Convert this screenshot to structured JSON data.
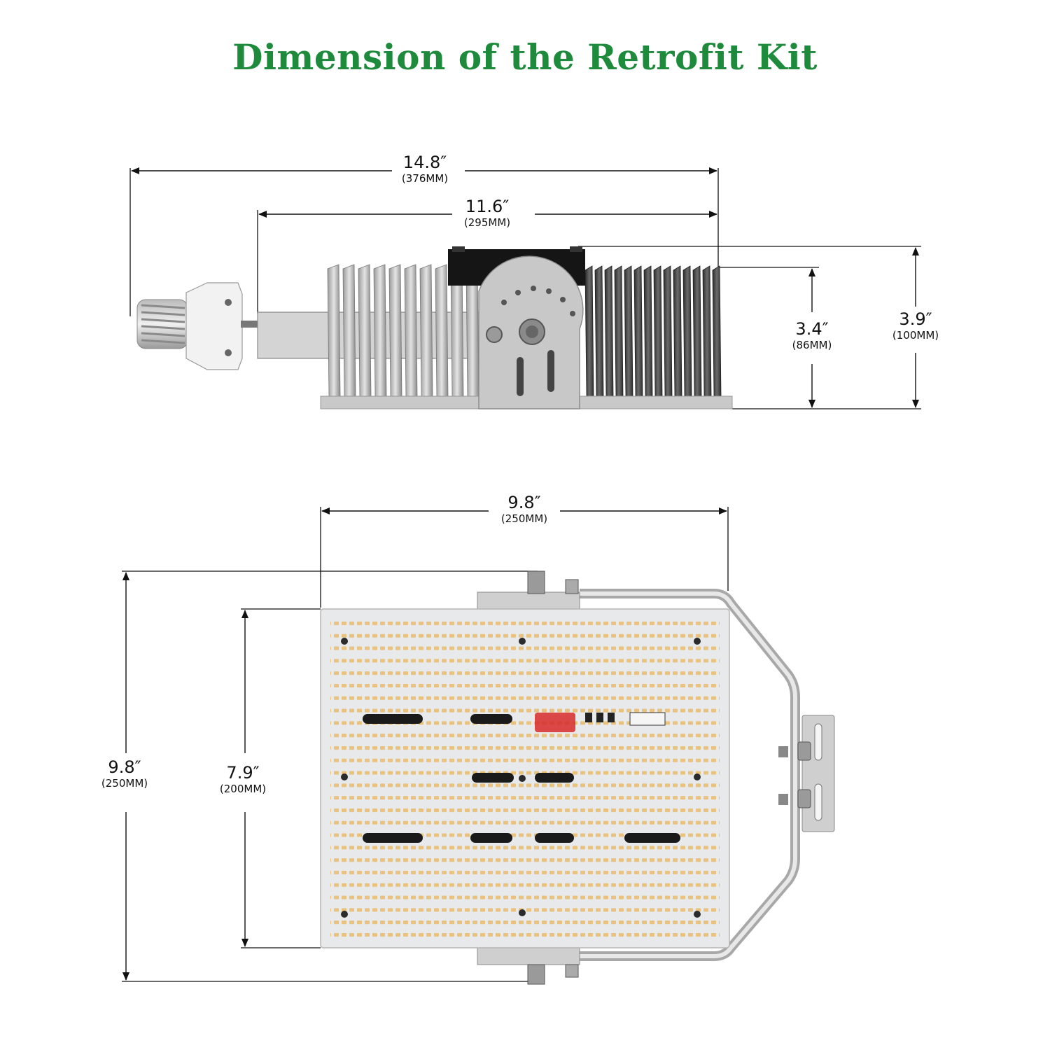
{
  "title": "Dimension of the Retrofit Kit",
  "colors": {
    "title": "#1e8a3c",
    "dimension_lines": "#111111",
    "board": "#e9e9ea",
    "led_warm": "#e9c98a",
    "heatsink": "#444444"
  },
  "side_view": {
    "overall_length": {
      "value": "14.8″",
      "metric": "(376MM)"
    },
    "body_length": {
      "value": "11.6″",
      "metric": "(295MM)"
    },
    "body_height": {
      "value": "3.4″",
      "metric": "(86MM)"
    },
    "total_height": {
      "value": "3.9″",
      "metric": "(100MM)"
    }
  },
  "front_view": {
    "overall_width": {
      "value": "9.8″",
      "metric": "(250MM)"
    },
    "overall_height": {
      "value": "9.8″",
      "metric": "(250MM)"
    },
    "board_height": {
      "value": "7.9″",
      "metric": "(200MM)"
    }
  },
  "icons": [
    "e39-screw-base-icon",
    "mounting-bracket-icon",
    "heatsink-icon",
    "led-board-icon"
  ]
}
